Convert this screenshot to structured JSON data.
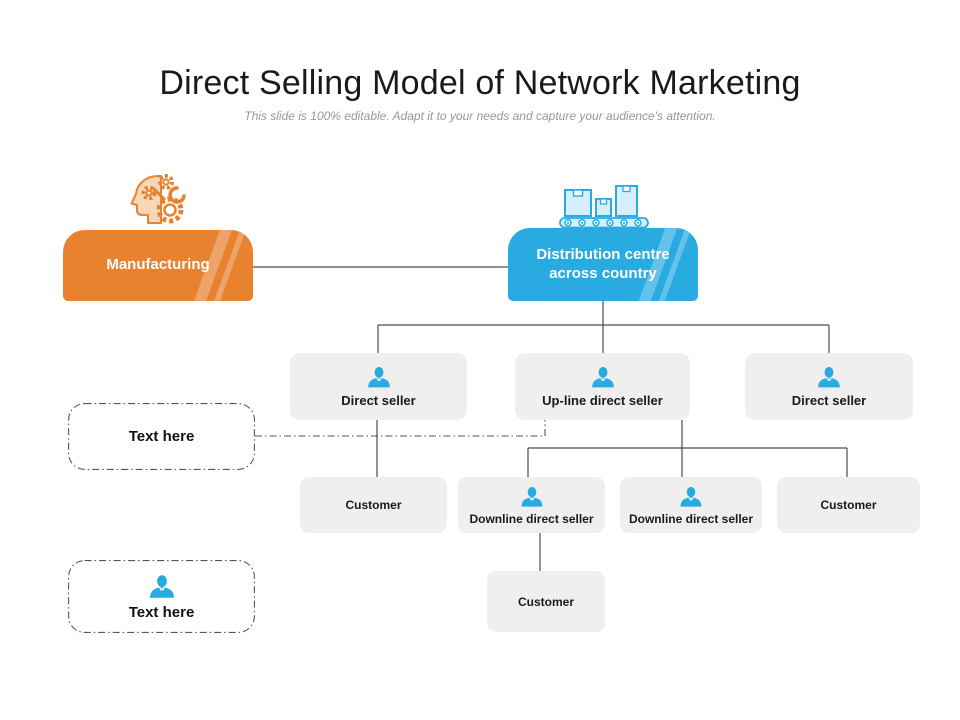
{
  "slide": {
    "title": "Direct Selling Model of Network Marketing",
    "subtitle": "This slide is 100% editable. Adapt it to your needs and capture your audience's attention."
  },
  "colors": {
    "orange": "#E8822F",
    "blue": "#29ABE2",
    "node_gray": "#EFEFEF",
    "connector": "#4D4D4D",
    "title_text": "#1A1A1A",
    "subtitle_text": "#979797"
  },
  "icons": {
    "manufacturing": "head-with-gears-icon",
    "distribution": "conveyor-belt-boxes-icon",
    "seller": "person-icon"
  },
  "nodes": {
    "manufacturing": {
      "label": "Manufacturing"
    },
    "distribution": {
      "label": "Distribution centre across country"
    },
    "direct_seller_left": {
      "label": "Direct seller"
    },
    "upline_direct_seller": {
      "label": "Up-line direct seller"
    },
    "direct_seller_right": {
      "label": "Direct seller"
    },
    "customer_left": {
      "label": "Customer"
    },
    "downline_direct_seller_1": {
      "label": "Downline direct seller"
    },
    "downline_direct_seller_2": {
      "label": "Downline direct seller"
    },
    "customer_right": {
      "label": "Customer"
    },
    "customer_bottom": {
      "label": "Customer"
    },
    "text_placeholder_top": {
      "label": "Text here"
    },
    "text_placeholder_bottom": {
      "label": "Text here"
    }
  }
}
